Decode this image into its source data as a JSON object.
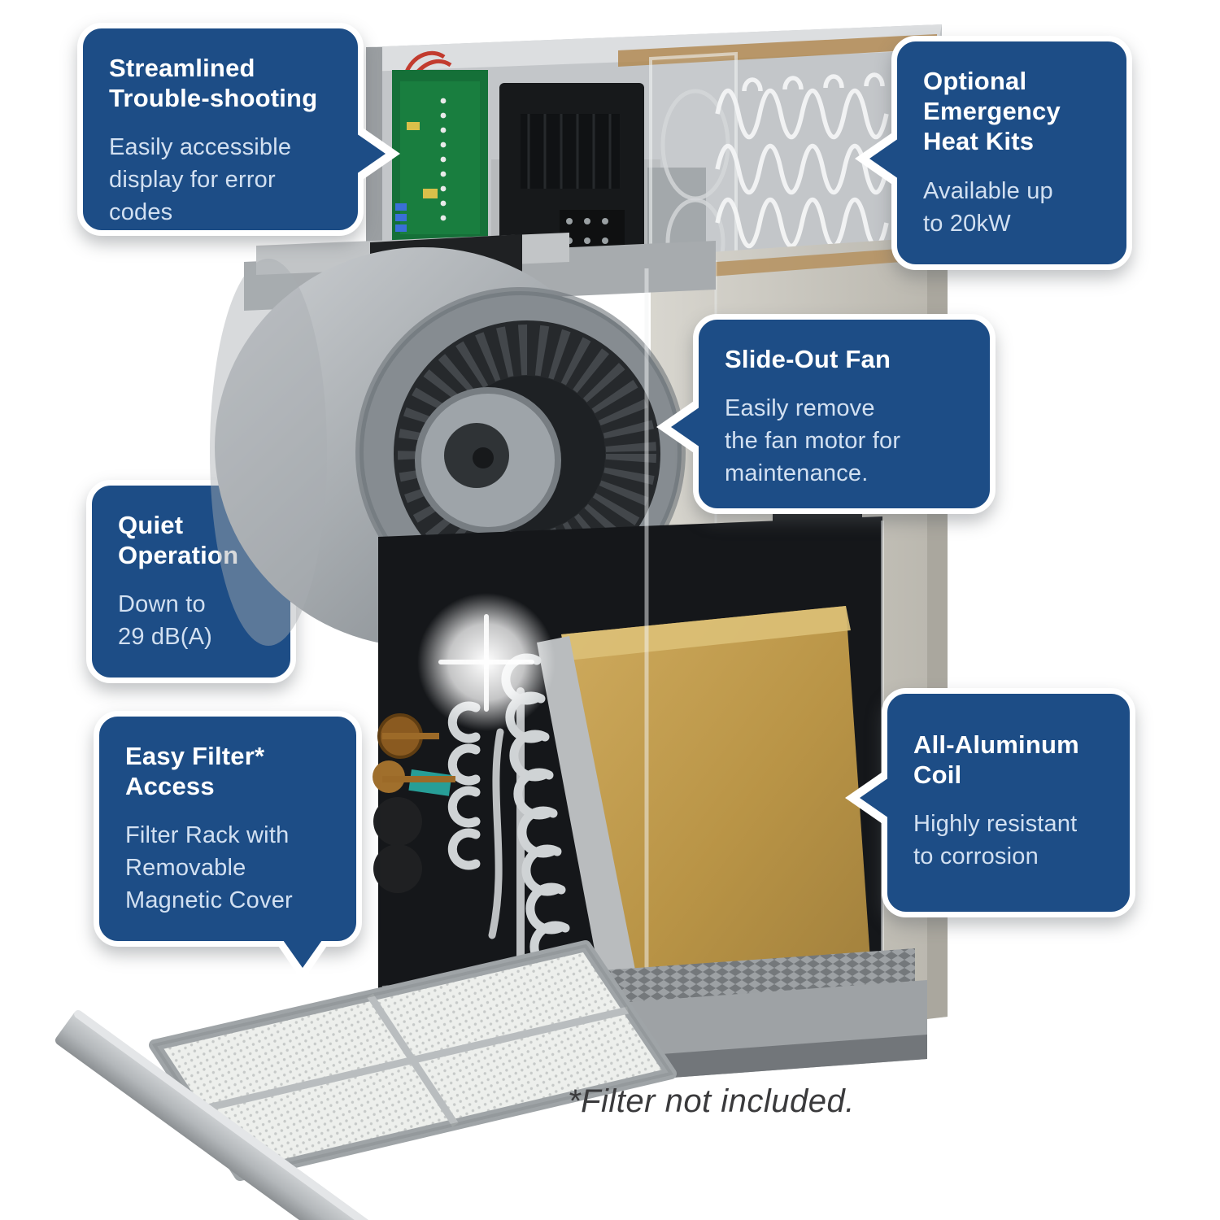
{
  "colors": {
    "callout_bg": "#1d4d86",
    "callout_border": "#ffffff",
    "title_text": "#ffffff",
    "body_text": "#d2e0f1",
    "footnote_text": "#3a3a3c"
  },
  "callouts": [
    {
      "id": "troubleshooting",
      "title": "Streamlined\nTrouble-shooting",
      "body": "Easily accessible\ndisplay for error\ncodes"
    },
    {
      "id": "heatkits",
      "title": "Optional\nEmergency\nHeat Kits",
      "body": "Available up\nto 20kW"
    },
    {
      "id": "fan",
      "title": "Slide-Out Fan",
      "body": "Easily remove\nthe fan motor for\nmaintenance."
    },
    {
      "id": "quiet",
      "title": "Quiet\nOperation",
      "body": "Down to\n29 dB(A)"
    },
    {
      "id": "filter",
      "title": "Easy Filter*\nAccess",
      "body": "Filter Rack with\nRemovable\nMagnetic Cover"
    },
    {
      "id": "coil",
      "title": "All-Aluminum\nCoil",
      "body": "Highly resistant\nto corrosion"
    }
  ],
  "footnote": "*Filter not included."
}
